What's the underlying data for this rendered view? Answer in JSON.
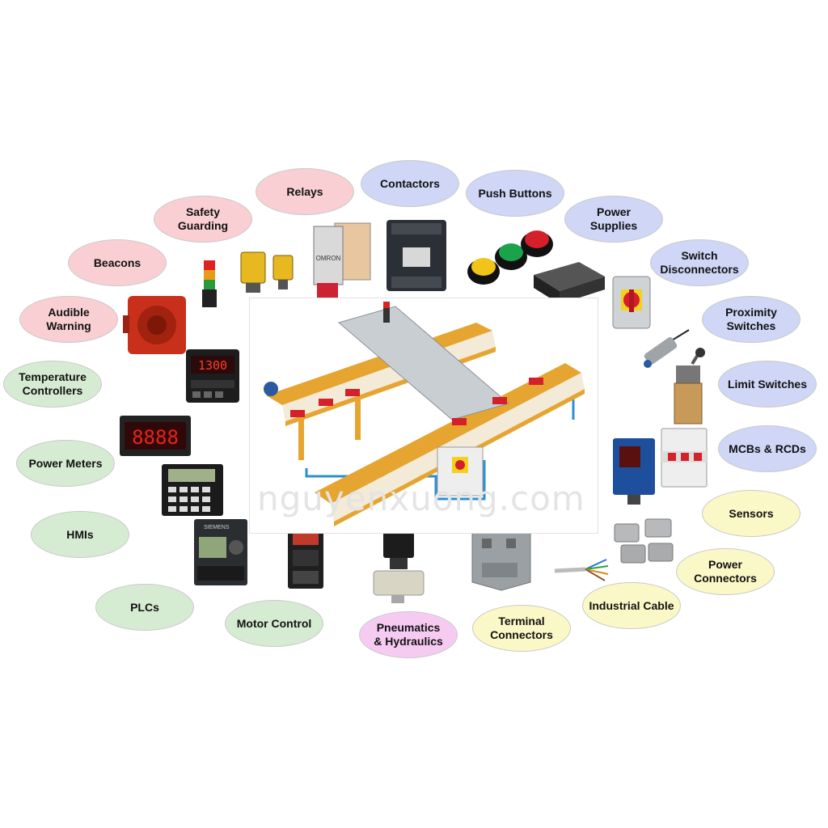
{
  "categories": [
    {
      "label": "Relays",
      "color": "pink"
    },
    {
      "label": "Contactors",
      "color": "blue"
    },
    {
      "label": "Push Buttons",
      "color": "blue"
    },
    {
      "label": "Safety\nGuarding",
      "color": "pink"
    },
    {
      "label": "Power\nSupplies",
      "color": "blue"
    },
    {
      "label": "Beacons",
      "color": "pink"
    },
    {
      "label": "Switch\nDisconnectors",
      "color": "blue"
    },
    {
      "label": "Audible\nWarning",
      "color": "pink"
    },
    {
      "label": "Proximity\nSwitches",
      "color": "blue"
    },
    {
      "label": "Temperature\nControllers",
      "color": "green"
    },
    {
      "label": "Limit Switches",
      "color": "blue"
    },
    {
      "label": "MCBs & RCDs",
      "color": "blue"
    },
    {
      "label": "Power Meters",
      "color": "green"
    },
    {
      "label": "Sensors",
      "color": "yellow"
    },
    {
      "label": "HMIs",
      "color": "green"
    },
    {
      "label": "Power\nConnectors",
      "color": "yellow"
    },
    {
      "label": "PLCs",
      "color": "green"
    },
    {
      "label": "Industrial Cable",
      "color": "yellow"
    },
    {
      "label": "Motor Control",
      "color": "green"
    },
    {
      "label": "Terminal\nConnectors",
      "color": "yellow"
    },
    {
      "label": "Pneumatics\n& Hydraulics",
      "color": "magenta"
    }
  ],
  "devices": {
    "temp_display": "1300",
    "meter_display": "8888",
    "relay_brand": "OMRON",
    "plc_brand": "SIEMENS"
  },
  "watermark": "nguyenxuong.com",
  "colors": {
    "pink": "#f9cfd3",
    "blue": "#cfd6f6",
    "green": "#d6ecd2",
    "yellow": "#fbf8c7",
    "magenta": "#f6cbf2"
  }
}
